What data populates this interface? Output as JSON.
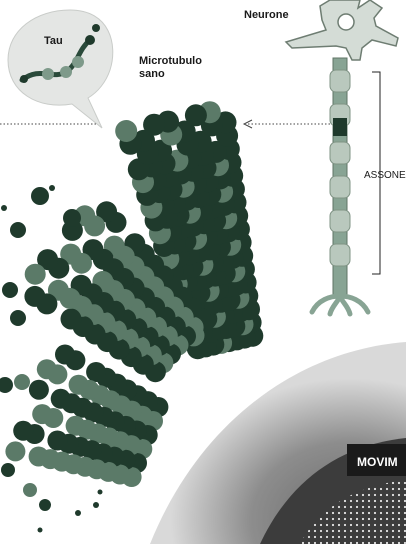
{
  "labels": {
    "tau": "Tau",
    "neuron": "Neurone",
    "microtubule_line1": "Microtubulo",
    "microtubule_line2": "sano",
    "axon": "ASSONE",
    "box": "MOVIM"
  },
  "colors": {
    "dark_bead": "#1f3a2c",
    "mid_bead": "#5b7a68",
    "light_bead": "#9aaea0",
    "neuron_fill": "#d4dcd6",
    "neuron_axon": "#88a494",
    "bubble_fill": "#e3e6e3",
    "dark_band": "#0f1512"
  },
  "icons": {
    "bubble": "tau-speech-bubble",
    "neuron": "neuron-icon",
    "bracket": "axon-bracket",
    "arrow": "pointer-arrow"
  }
}
